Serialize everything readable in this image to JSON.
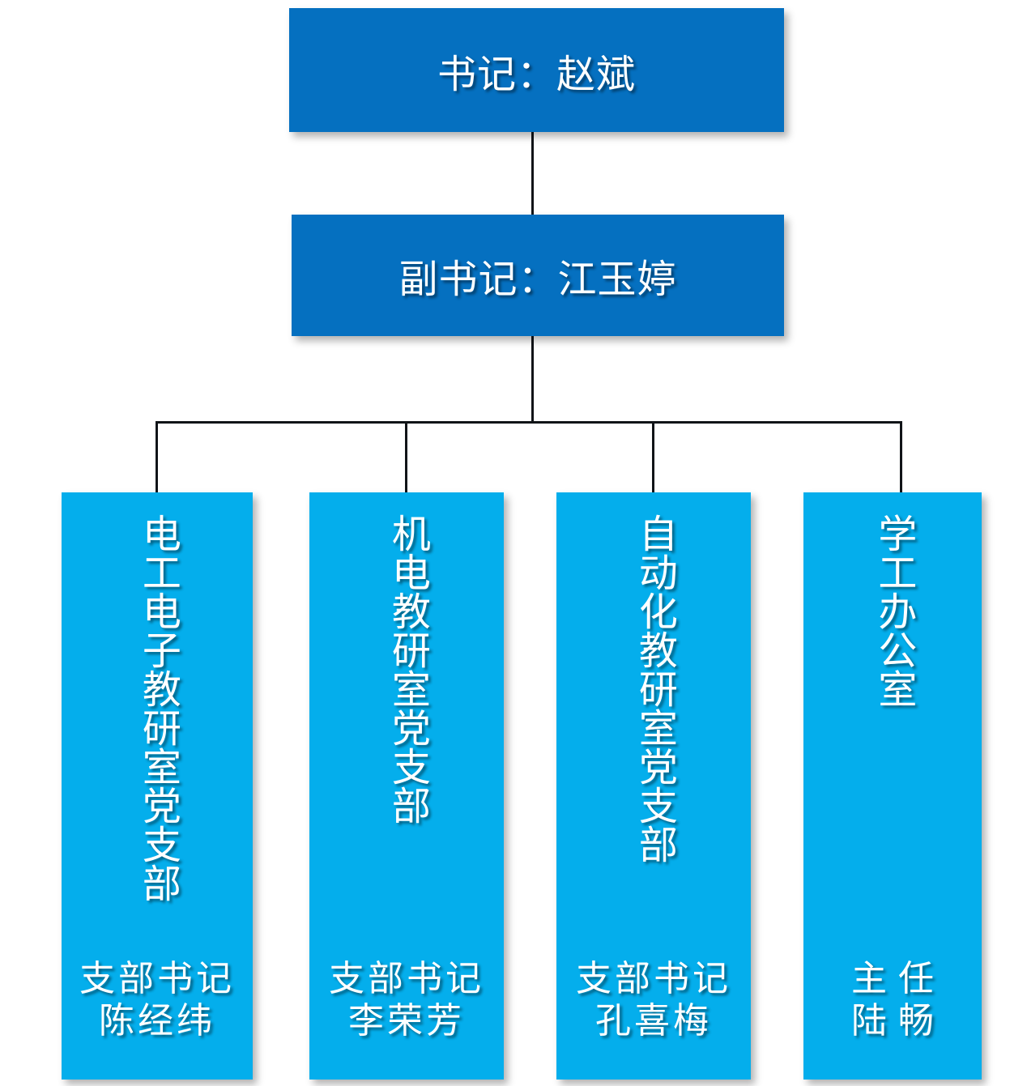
{
  "chart": {
    "type": "org-chart",
    "background_color": "#ffffff",
    "colors": {
      "level1_box": "#0570C0",
      "level2_box": "#0570C0",
      "leaf_box": "#04AEEC",
      "connector_line": "#111418",
      "text": "#ffffff"
    }
  },
  "nodes": {
    "secretary": {
      "label": "书记：赵斌",
      "role": "书记",
      "name": "赵斌",
      "level": 1
    },
    "deputy_secretary": {
      "label": "副书记：江玉婷",
      "role": "副书记",
      "name": "江玉婷",
      "level": 2
    }
  },
  "branches": [
    {
      "title": "电工电子教研室党支部",
      "role": "支部书记",
      "name": "陈经纬"
    },
    {
      "title": "机电教研室党支部",
      "role": "支部书记",
      "name": "李荣芳"
    },
    {
      "title": "自动化教研室党支部",
      "role": "支部书记",
      "name": "孔喜梅"
    },
    {
      "title": "学工办公室",
      "role": "主任",
      "name": "陆畅"
    }
  ]
}
